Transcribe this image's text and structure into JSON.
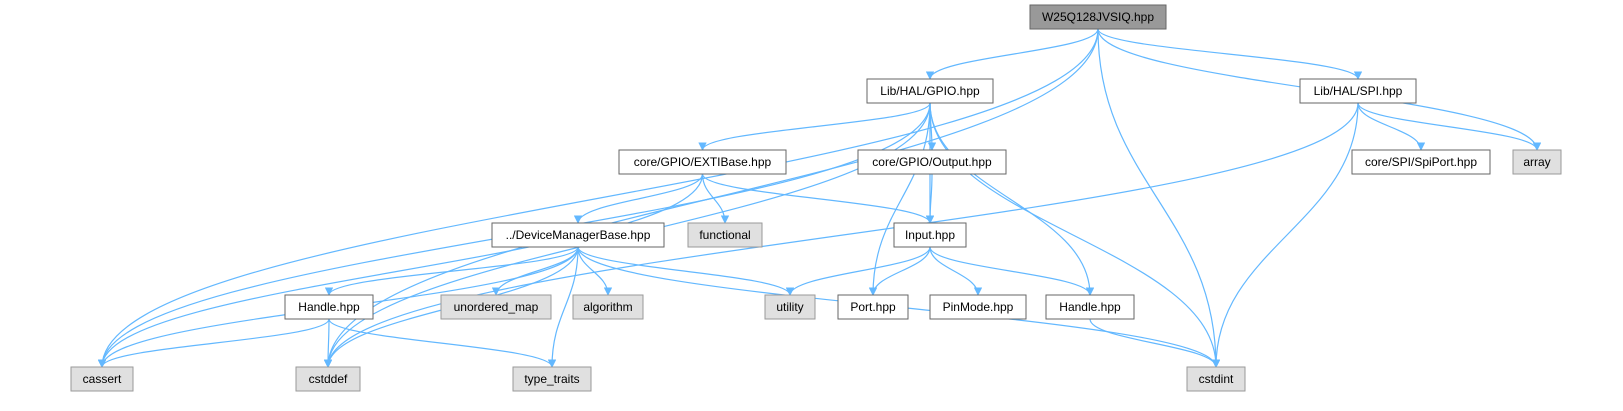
{
  "colors": {
    "edge": "#63b8ff",
    "root_fill": "#999999",
    "root_border": "#666666",
    "project_fill": "#ffffff",
    "project_border": "#666666",
    "system_fill": "#e0e0e0",
    "system_border": "#999999"
  },
  "nodes": {
    "root": {
      "label": "W25Q128JVSIQ.hpp",
      "kind": "root"
    },
    "gpio": {
      "label": "Lib/HAL/GPIO.hpp",
      "kind": "project"
    },
    "spi": {
      "label": "Lib/HAL/SPI.hpp",
      "kind": "project"
    },
    "exti": {
      "label": "core/GPIO/EXTIBase.hpp",
      "kind": "project"
    },
    "output": {
      "label": "core/GPIO/Output.hpp",
      "kind": "project"
    },
    "spiport": {
      "label": "core/SPI/SpiPort.hpp",
      "kind": "project"
    },
    "array": {
      "label": "array",
      "kind": "system"
    },
    "dmb": {
      "label": "../DeviceManagerBase.hpp",
      "kind": "project"
    },
    "functional": {
      "label": "functional",
      "kind": "system"
    },
    "input": {
      "label": "Input.hpp",
      "kind": "project"
    },
    "handle1": {
      "label": "Handle.hpp",
      "kind": "project"
    },
    "unordered_map": {
      "label": "unordered_map",
      "kind": "system"
    },
    "algorithm": {
      "label": "algorithm",
      "kind": "system"
    },
    "utility": {
      "label": "utility",
      "kind": "system"
    },
    "port": {
      "label": "Port.hpp",
      "kind": "project"
    },
    "pinmode": {
      "label": "PinMode.hpp",
      "kind": "project"
    },
    "handle2": {
      "label": "Handle.hpp",
      "kind": "project"
    },
    "cassert": {
      "label": "cassert",
      "kind": "system"
    },
    "cstddef": {
      "label": "cstddef",
      "kind": "system"
    },
    "type_traits": {
      "label": "type_traits",
      "kind": "system"
    },
    "cstdint": {
      "label": "cstdint",
      "kind": "system"
    }
  },
  "edges": [
    [
      "root",
      "gpio"
    ],
    [
      "root",
      "spi"
    ],
    [
      "root",
      "cassert"
    ],
    [
      "root",
      "cstddef"
    ],
    [
      "root",
      "cstdint"
    ],
    [
      "root",
      "array"
    ],
    [
      "gpio",
      "exti"
    ],
    [
      "gpio",
      "output"
    ],
    [
      "gpio",
      "input"
    ],
    [
      "gpio",
      "port"
    ],
    [
      "gpio",
      "handle2"
    ],
    [
      "gpio",
      "cassert"
    ],
    [
      "gpio",
      "cstddef"
    ],
    [
      "gpio",
      "cstdint"
    ],
    [
      "spi",
      "spiport"
    ],
    [
      "spi",
      "array"
    ],
    [
      "spi",
      "cstddef"
    ],
    [
      "spi",
      "cstdint"
    ],
    [
      "exti",
      "dmb"
    ],
    [
      "exti",
      "functional"
    ],
    [
      "exti",
      "input"
    ],
    [
      "exti",
      "cassert"
    ],
    [
      "output",
      "input"
    ],
    [
      "dmb",
      "handle1"
    ],
    [
      "dmb",
      "unordered_map"
    ],
    [
      "dmb",
      "algorithm"
    ],
    [
      "dmb",
      "utility"
    ],
    [
      "dmb",
      "cassert"
    ],
    [
      "dmb",
      "cstddef"
    ],
    [
      "dmb",
      "type_traits"
    ],
    [
      "dmb",
      "cstdint"
    ],
    [
      "input",
      "utility"
    ],
    [
      "input",
      "port"
    ],
    [
      "input",
      "pinmode"
    ],
    [
      "input",
      "handle2"
    ],
    [
      "handle1",
      "cassert"
    ],
    [
      "handle1",
      "cstddef"
    ],
    [
      "handle1",
      "type_traits"
    ],
    [
      "handle2",
      "cstdint"
    ]
  ]
}
